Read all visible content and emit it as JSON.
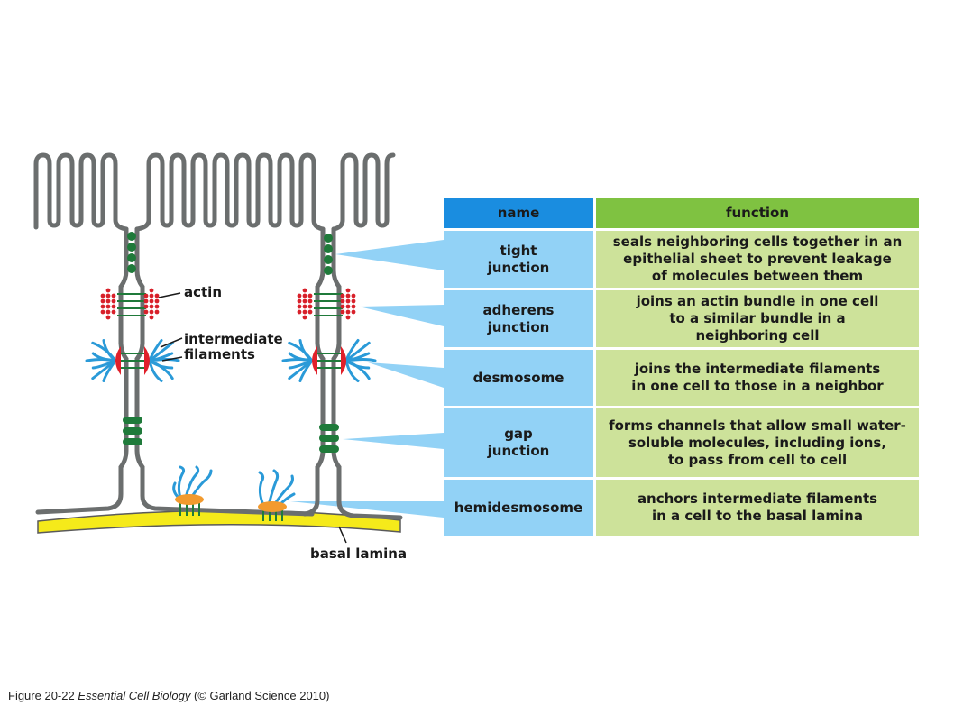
{
  "labels": {
    "actin": "actin",
    "intermediate_filaments": "intermediate\nfilaments",
    "basal_lamina": "basal lamina"
  },
  "table": {
    "header": {
      "name": "name",
      "function": "function"
    },
    "rows": [
      {
        "name": "tight\njunction",
        "function": "seals neighboring cells together in an\nepithelial sheet to prevent leakage\nof molecules between them"
      },
      {
        "name": "adherens\njunction",
        "function": "joins an actin bundle in one cell\nto a similar bundle in a\nneighboring cell"
      },
      {
        "name": "desmosome",
        "function": "joins the intermediate filaments\nin one cell to those in a neighbor"
      },
      {
        "name": "gap\njunction",
        "function": "forms channels that allow small water-\nsoluble molecules, including ions,\nto pass from cell to cell"
      },
      {
        "name": "hemidesmosome",
        "function": "anchors intermediate filaments\nin a cell to the basal lamina"
      }
    ]
  },
  "caption": {
    "figure": "Figure 20-22",
    "book": "Essential Cell Biology",
    "credit": "(© Garland Science 2010)"
  },
  "colors": {
    "membrane": "#6b6e6e",
    "tight_junction": "#1f7a3a",
    "actin": "#d8202a",
    "desmosome_plaque": "#e0202a",
    "filament": "#2a9ad8",
    "hemidesmosome": "#f29a2e",
    "basal_lamina": "#f5ea1a",
    "header_name": "#1a8de0",
    "header_function": "#7fc241",
    "cell_name": "#92d2f6",
    "cell_function": "#cde29a"
  }
}
